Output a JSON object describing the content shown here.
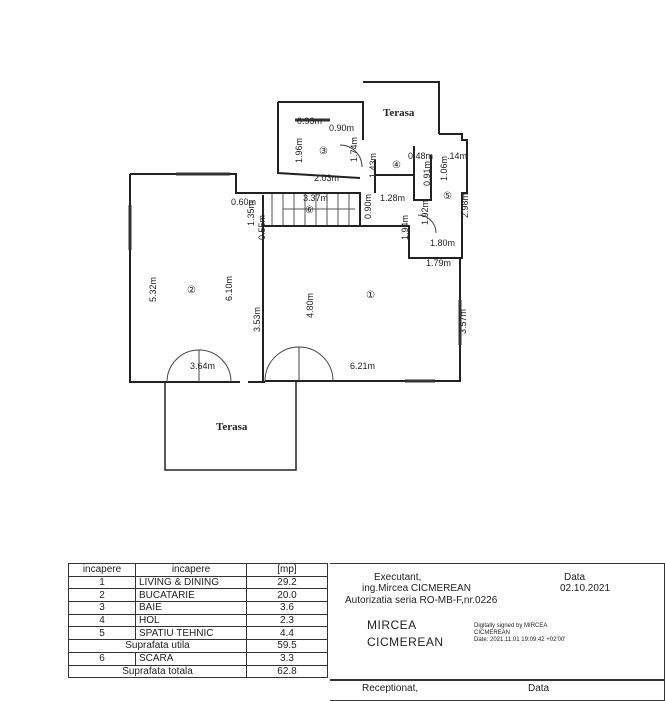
{
  "plan": {
    "terrace_top": "Terasa",
    "terrace_bottom": "Terasa",
    "rooms": [
      {
        "id": "room-1",
        "number": "①"
      },
      {
        "id": "room-2",
        "number": "②"
      },
      {
        "id": "room-3",
        "number": "③"
      },
      {
        "id": "room-4",
        "number": "④"
      },
      {
        "id": "room-5",
        "number": "⑤"
      },
      {
        "id": "room-6",
        "number": "⑥"
      }
    ],
    "dimensions": {
      "d093": "0.93m",
      "d090a": "0.90m",
      "d196": "1.96m",
      "d174": "1.74m",
      "d203": "2.03m",
      "d143": "1.43m",
      "d048": "0.48m",
      "d014": ".14m",
      "d106": "1.06m",
      "d091": "0.91m",
      "d337": "3.37m",
      "d060": "0.60m",
      "d135": "1.35m",
      "d055": "0.55m",
      "d090b": "0.90m",
      "d128": "1.28m",
      "d298": "2.98m",
      "d194": "1.94m",
      "d192": "1.92m",
      "d180": "1.80m",
      "d179": "1.79m",
      "d532": "5.32m",
      "d610": "6.10m",
      "d480": "4.80m",
      "d353": "3.53m",
      "d357": "3.57m",
      "d364": "3.64m",
      "d621": "6.21m"
    }
  },
  "legend": {
    "header": {
      "incapere_num": "incapere",
      "incapere_name": "incapere",
      "unit": "[mp]"
    },
    "rows": [
      {
        "nr": "1",
        "name": "LIVING & DINING",
        "area": "29.2"
      },
      {
        "nr": "2",
        "name": "BUCATARIE",
        "area": "20.0"
      },
      {
        "nr": "3",
        "name": "BAIE",
        "area": "3.6"
      },
      {
        "nr": "4",
        "name": "HOL",
        "area": "2.3"
      },
      {
        "nr": "5",
        "name": "SPATIU TEHNIC",
        "area": "4.4"
      }
    ],
    "utila_label": "Suprafata utila",
    "utila_value": "59.5",
    "scara": {
      "nr": "6",
      "name": "SCARA",
      "area": "3.3"
    },
    "totala_label": "Suprafata totala",
    "totala_value": "62.8",
    "executant_label": "Executant,",
    "executant_name": "ing.Mircea CICMEREAN",
    "authorization": "Autorizatia seria RO-MB-F,nr.0226",
    "data_label": "Data",
    "date": "02.10.2021",
    "signature_name_1": "MIRCEA",
    "signature_name_2": "CICMEREAN",
    "digital_line1": "Digitally signed by MIRCEA",
    "digital_line2": "CICMEREAN",
    "digital_line3": "Date: 2021.11.01 19:09:42 +02'00'",
    "receptionat_label": "Receptionat,",
    "data_label_2": "Data"
  }
}
